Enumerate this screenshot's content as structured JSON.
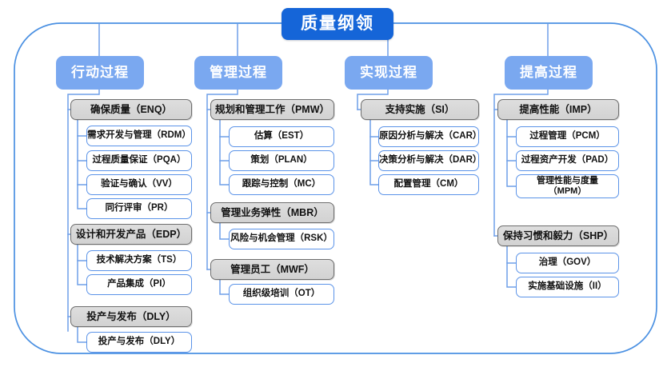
{
  "diagram": {
    "type": "org-hierarchy-tree",
    "root": {
      "label": "质量纲领"
    },
    "colors": {
      "root_fill": "#1565d8",
      "root_text": "#ffffff",
      "header_fill": "#7aa8f0",
      "header_text": "#ffffff",
      "group_fill": "#d6d6d6",
      "group_border": "#6e6e6e",
      "leaf_fill": "#ffffff",
      "leaf_border": "#5b93e8",
      "connector": "#6f9fe8",
      "outer_border": "#4a90e2",
      "background": "#ffffff"
    },
    "columns": [
      {
        "header": "行动过程",
        "groups": [
          {
            "label": "确保质量（ENQ）",
            "children": [
              "需求开发与管理（RDM）",
              "过程质量保证（PQA）",
              "验证与确认（VV）",
              "同行评审（PR）"
            ]
          },
          {
            "label": "设计和开发产品（EDP）",
            "children": [
              "技术解决方案（TS）",
              "产品集成（PI）"
            ]
          },
          {
            "label": "投产与发布（DLY）",
            "children": [
              "投产与发布（DLY）"
            ]
          }
        ]
      },
      {
        "header": "管理过程",
        "groups": [
          {
            "label": "规划和管理工作（PMW）",
            "children": [
              "估算（EST）",
              "策划（PLAN）",
              "跟踪与控制（MC）"
            ]
          },
          {
            "label": "管理业务弹性（MBR）",
            "children": [
              "风险与机会管理（RSK）"
            ]
          },
          {
            "label": "管理员工（MWF）",
            "children": [
              "组织级培训（OT）"
            ]
          }
        ]
      },
      {
        "header": "实现过程",
        "groups": [
          {
            "label": "支持实施（SI）",
            "children": [
              "原因分析与解决（CAR）",
              "决策分析与解决（DAR）",
              "配置管理（CM）"
            ]
          }
        ]
      },
      {
        "header": "提高过程",
        "groups": [
          {
            "label": "提高性能（IMP）",
            "children": [
              "过程管理（PCM）",
              "过程资产开发（PAD）",
              "管理性能与度量\n（MPM）"
            ]
          },
          {
            "label": "保持习惯和毅力（SHP）",
            "children": [
              "治理（GOV）",
              "实施基础设施（II）"
            ]
          }
        ]
      }
    ]
  }
}
